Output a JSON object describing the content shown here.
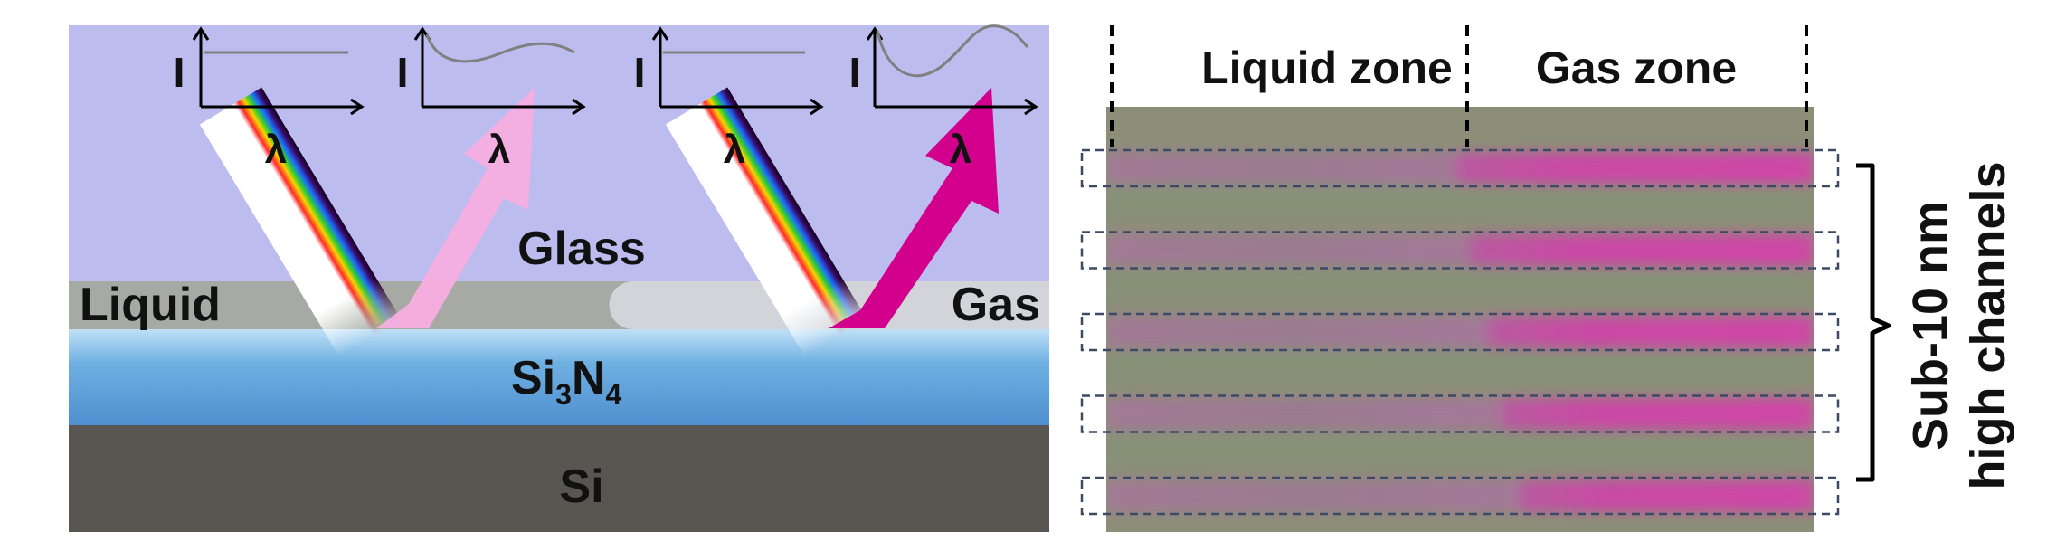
{
  "left_panel": {
    "layer_labels": {
      "glass": "Glass",
      "liquid": "Liquid",
      "gas": "Gas",
      "si3n4_prefix": "Si",
      "si3n4_sub1": "3",
      "si3n4_mid": "N",
      "si3n4_sub2": "4",
      "si": "Si"
    },
    "spectra_axis": {
      "y_label": "I",
      "x_label": "λ"
    },
    "colors": {
      "glass": "#bcbcef",
      "liquid": "#a7aaa4",
      "gas": "#d2d4da",
      "si3n4": "#5b9bd8",
      "si": "#595652",
      "reflected_liquid": "#f7aee0",
      "reflected_gas": "#d2008c"
    }
  },
  "right_panel": {
    "zones": {
      "liquid": "Liquid zone",
      "gas": "Gas zone"
    },
    "bracket_label_line1": "Sub-10 nm",
    "bracket_label_line2": "high channels",
    "channel_count": 5,
    "colors": {
      "background": "#8c8e78",
      "liquid_channel": "#9a7a90",
      "gas_channel": "#c84aa2"
    }
  }
}
